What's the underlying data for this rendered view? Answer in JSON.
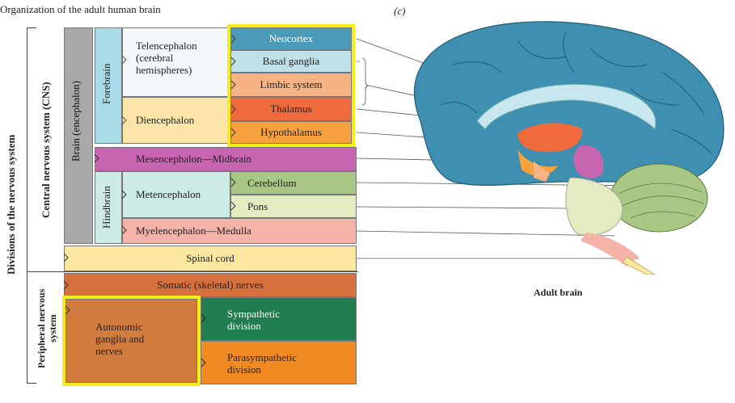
{
  "figure": {
    "title": "Organization of the adult human brain",
    "panel_label": "(c)",
    "brain_caption": "Adult brain"
  },
  "divisions": {
    "root": "Divisions of the nervous system",
    "cns": "Central nervous system (CNS)",
    "pns": "Peripheral nervous system",
    "brain": "Brain (encephalon)",
    "forebrain": "Forebrain",
    "hindbrain": "Hindbrain"
  },
  "cells": {
    "telencephalon": "Telencephalon (cerebral hemispheres)",
    "diencephalon": "Diencephalon",
    "mesencephalon": "Mesencephalon—Midbrain",
    "metencephalon": "Metencephalon",
    "myelencephalon": "Myelencephalon—Medulla",
    "spinal_cord": "Spinal cord",
    "somatic": "Somatic (skeletal) nerves",
    "autonomic": "Autonomic ganglia and nerves",
    "sympathetic": "Sympathetic division",
    "parasympathetic": "Parasympathetic division"
  },
  "structures": [
    {
      "label": "Neocortex",
      "color": "#4a9ab8"
    },
    {
      "label": "Basal ganglia",
      "color": "#bfe0e6"
    },
    {
      "label": "Limbic system",
      "color": "#f6b484"
    },
    {
      "label": "Thalamus",
      "color": "#ef6a3c"
    },
    {
      "label": "Hypothalamus",
      "color": "#f7a23c"
    },
    {
      "label": "Cerebellum",
      "color": "#a9c785"
    },
    {
      "label": "Pons",
      "color": "#e3ecc0"
    }
  ],
  "colors": {
    "highlight": "#f5ec1a",
    "forebrain": "#a9dbe8",
    "brain_bar": "#a8a8a8",
    "telencephalon": "#f4f8fb",
    "diencephalon": "#fbe5a9",
    "midbrain": "#c765b0",
    "hindbrain": "#ccebe4",
    "medulla": "#f5b3aa",
    "spinal": "#fbe7a0",
    "somatic": "#d6703d",
    "autonomic": "#d17b3e",
    "sympathetic": "#1f7d4f",
    "parasympathetic": "#f18a22"
  }
}
